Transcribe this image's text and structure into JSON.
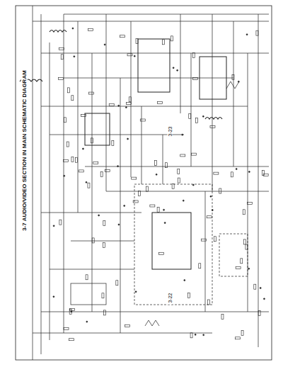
{
  "diagram": {
    "title": "3-7 AUDIO/VIDEO SECTION IN MAIN SCHEMATIC DIAGRAM",
    "labels": [
      "3-23",
      "3-22"
    ]
  }
}
